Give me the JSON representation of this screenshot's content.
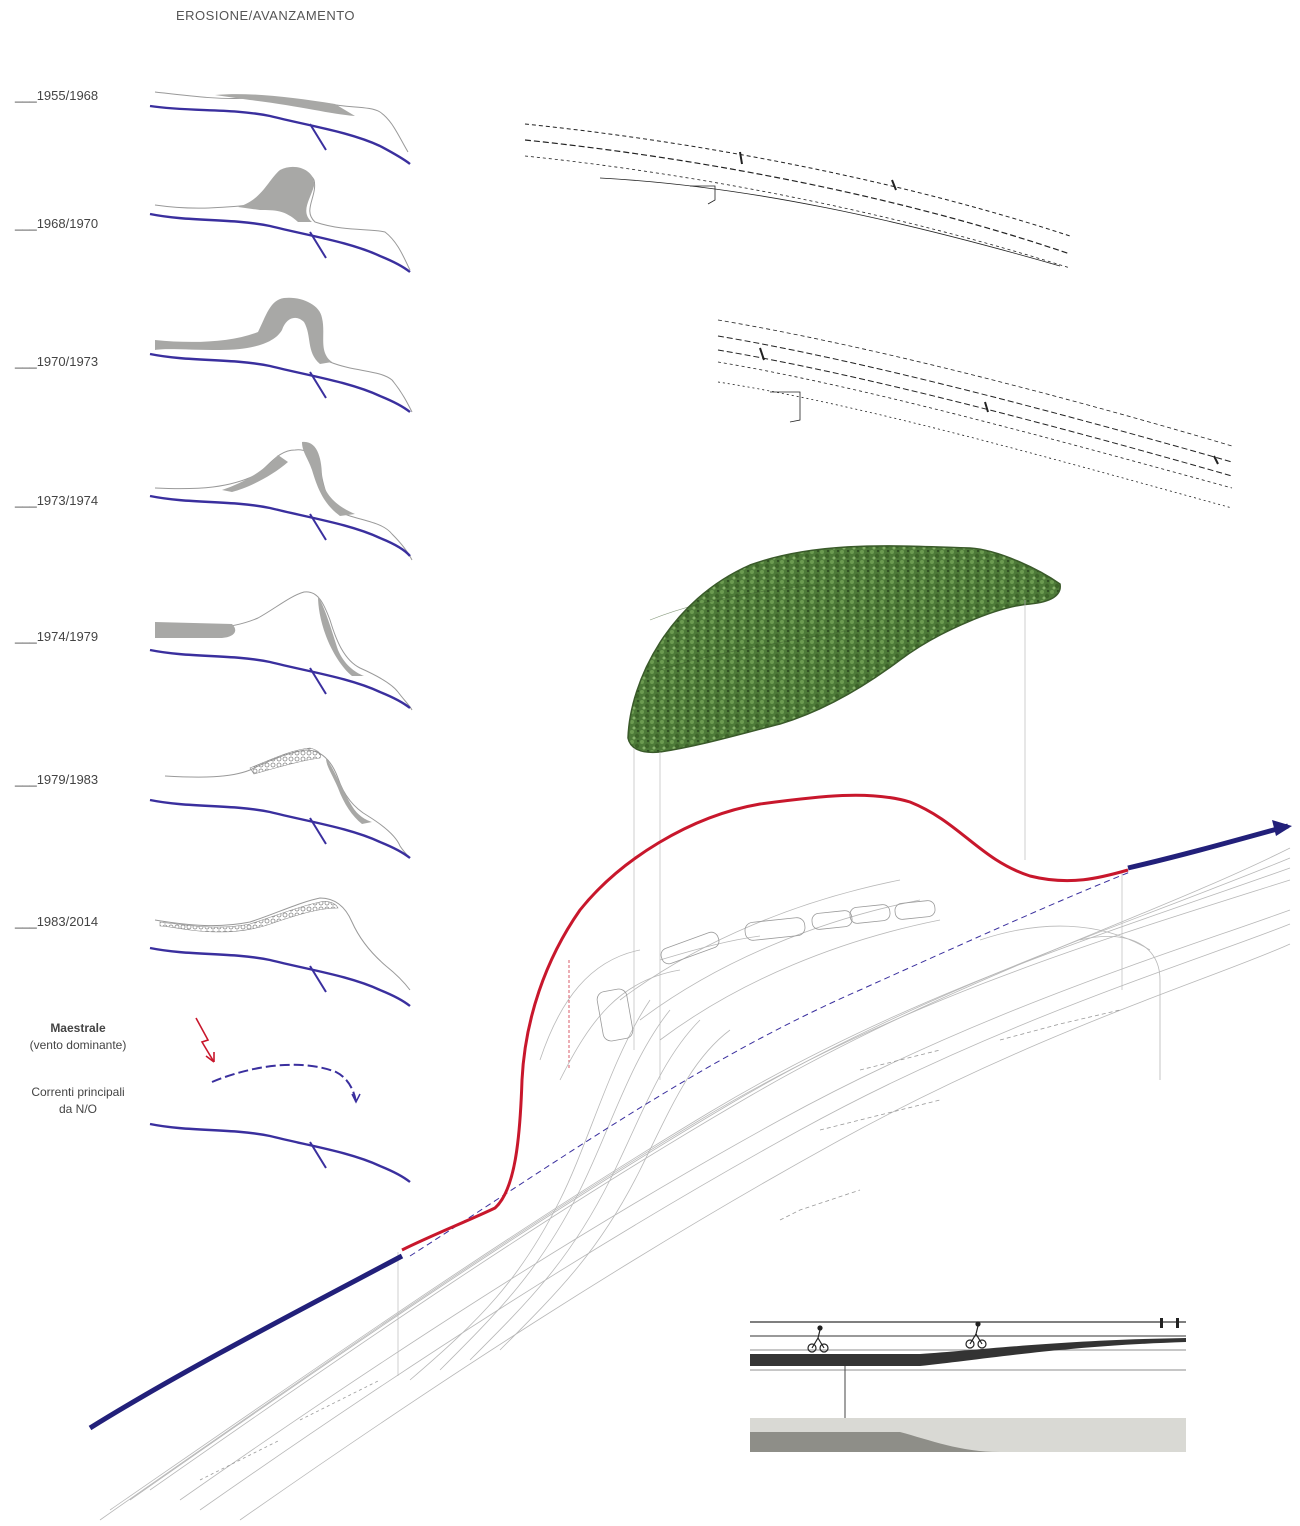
{
  "title": "EROSIONE/AVANZAMENTO",
  "periods": [
    {
      "label": "___1955/1968"
    },
    {
      "label": "___1968/1970"
    },
    {
      "label": "___1970/1973"
    },
    {
      "label": "___1973/1974"
    },
    {
      "label": "___1974/1979"
    },
    {
      "label": "___1979/1983"
    },
    {
      "label": "___1983/2014"
    }
  ],
  "legend": {
    "wind_title": "Maestrale",
    "wind_sub": "(vento dominante)",
    "currents_title": "Correnti principali",
    "currents_sub": "da N/O"
  },
  "colors": {
    "shoreline": "#3a2f9e",
    "erosion_fill": "#a8a8a6",
    "route_red": "#c8172c",
    "route_blue": "#22207a",
    "vegetation": "#4f7a3a"
  }
}
